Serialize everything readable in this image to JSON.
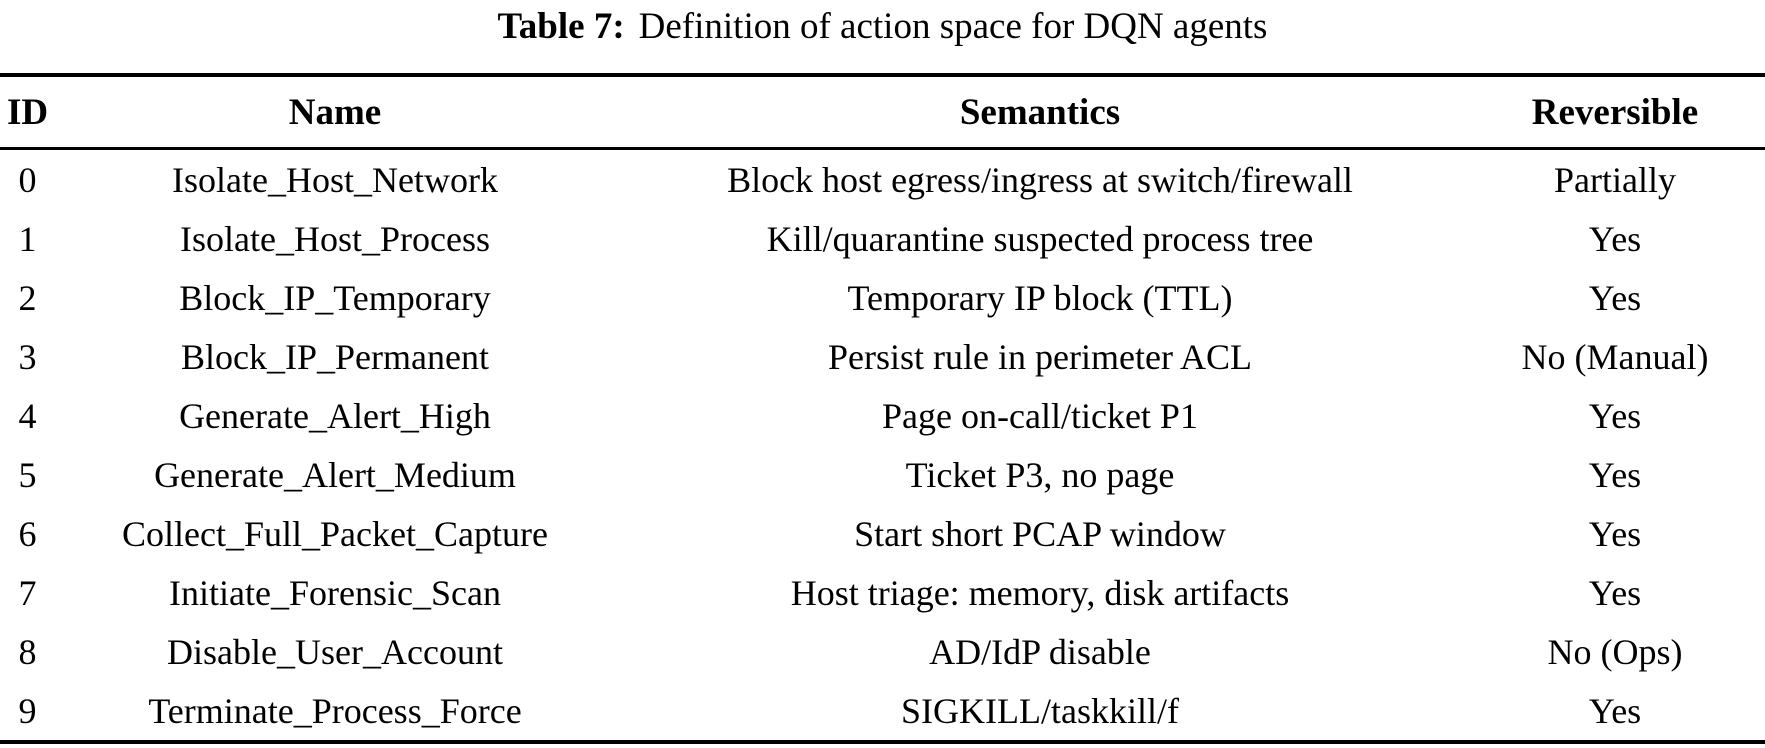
{
  "caption": {
    "label": "Table 7:",
    "text": "Definition of action space for DQN agents"
  },
  "table": {
    "headers": [
      "ID",
      "Name",
      "Semantics",
      "Reversible"
    ],
    "rows": [
      {
        "id": "0",
        "name": "Isolate_Host_Network",
        "semantics": "Block host egress/ingress at switch/firewall",
        "reversible": "Partially"
      },
      {
        "id": "1",
        "name": "Isolate_Host_Process",
        "semantics": "Kill/quarantine suspected process tree",
        "reversible": "Yes"
      },
      {
        "id": "2",
        "name": "Block_IP_Temporary",
        "semantics": "Temporary IP block (TTL)",
        "reversible": "Yes"
      },
      {
        "id": "3",
        "name": "Block_IP_Permanent",
        "semantics": "Persist rule in perimeter ACL",
        "reversible": "No (Manual)"
      },
      {
        "id": "4",
        "name": "Generate_Alert_High",
        "semantics": "Page on-call/ticket P1",
        "reversible": "Yes"
      },
      {
        "id": "5",
        "name": "Generate_Alert_Medium",
        "semantics": "Ticket P3, no page",
        "reversible": "Yes"
      },
      {
        "id": "6",
        "name": "Collect_Full_Packet_Capture",
        "semantics": "Start short PCAP window",
        "reversible": "Yes"
      },
      {
        "id": "7",
        "name": "Initiate_Forensic_Scan",
        "semantics": "Host triage: memory, disk artifacts",
        "reversible": "Yes"
      },
      {
        "id": "8",
        "name": "Disable_User_Account",
        "semantics": "AD/IdP disable",
        "reversible": "No (Ops)"
      },
      {
        "id": "9",
        "name": "Terminate_Process_Force",
        "semantics": "SIGKILL/taskkill/f",
        "reversible": "Yes"
      }
    ],
    "colors": {
      "text": "#000000",
      "background": "#ffffff",
      "rule": "#000000"
    }
  }
}
